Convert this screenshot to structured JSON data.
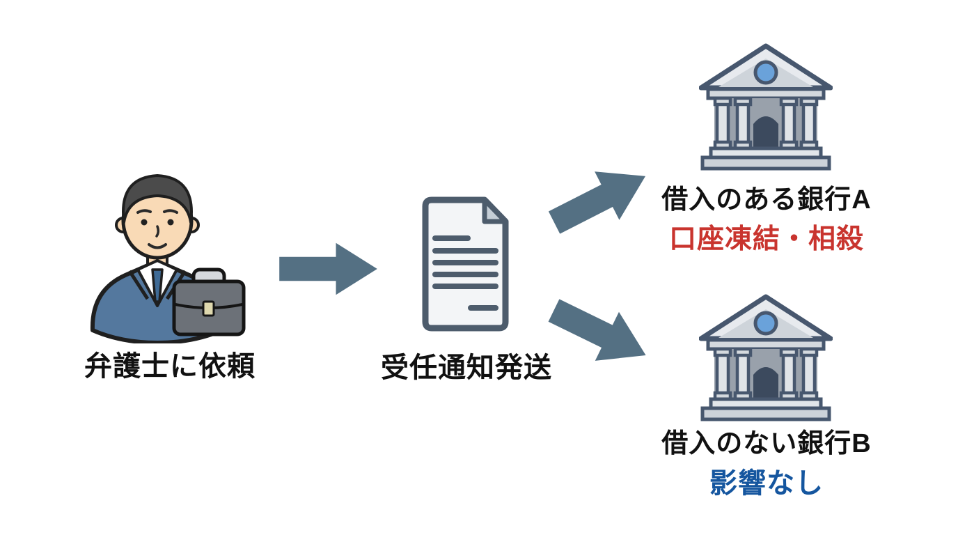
{
  "diagram": {
    "background_color": "#ffffff",
    "arrow_color": "#547083",
    "lawyer": {
      "label": "弁護士に依頼",
      "label_color": "#111111"
    },
    "notice": {
      "label": "受任通知発送",
      "label_color": "#111111"
    },
    "bank_a": {
      "label": "借入のある銀行A",
      "label_color": "#111111",
      "effect": "口座凍結・相殺",
      "effect_color": "#c9342e"
    },
    "bank_b": {
      "label": "借入のない銀行B",
      "label_color": "#111111",
      "effect": "影響なし",
      "effect_color": "#15569f"
    },
    "icons": {
      "lawyer_icon": {
        "suit_color": "#54789e",
        "tie_color": "#3f6b96",
        "shirt_color": "#ffffff",
        "skin_color": "#f9dab6",
        "hair_color": "#4b4b4b",
        "briefcase_color": "#6c7178",
        "clasp_color": "#ded8ae"
      },
      "document_icon": {
        "paper_color": "#f3f5f7",
        "outline_color": "#4d5c6c",
        "fold_color": "#c5ced6"
      },
      "bank_icon": {
        "building_color": "#e7eaee",
        "shade_color": "#ced4da",
        "outline_color": "#47576e",
        "window_color": "#6aa2da",
        "door_color": "#3c4a5e",
        "recess_color": "#99a1ab"
      }
    }
  }
}
